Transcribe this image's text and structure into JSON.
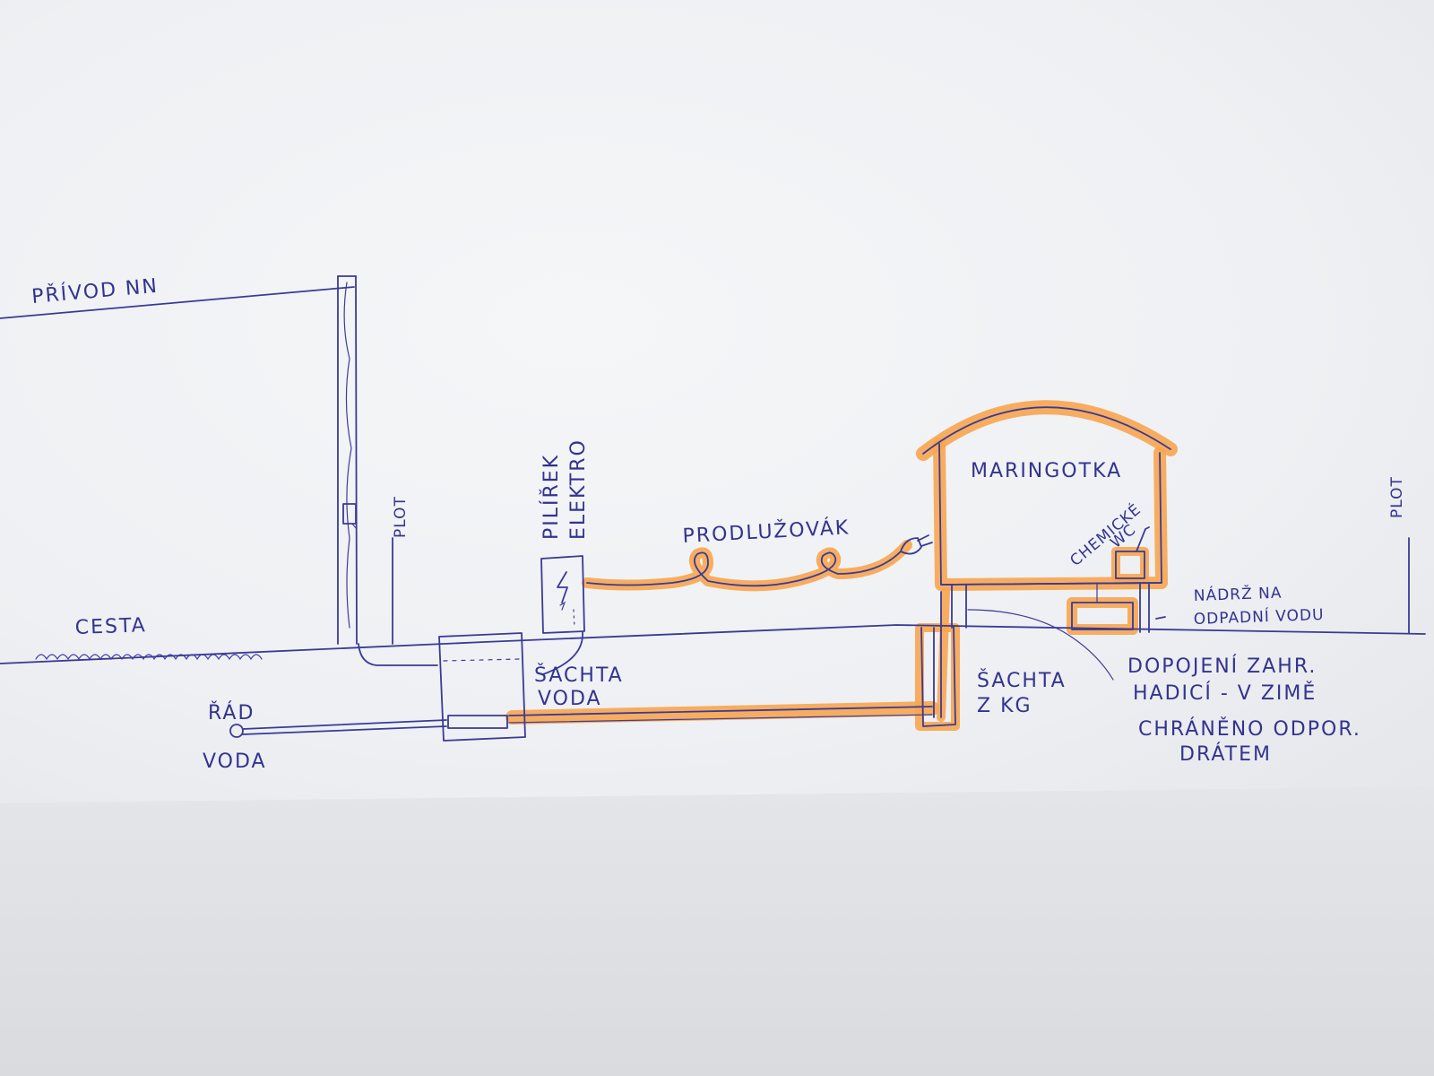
{
  "labels": {
    "privod": "PŘÍVOD NN",
    "cesta": "CESTA",
    "plot_left": "PLOT",
    "plot_right": "PLOT",
    "pilirek_line1": "PILÍŘEK",
    "pilirek_line2": "ELEKTRO",
    "prodluzovak": "PRODLUŽOVÁK",
    "maringotka": "MARINGOTKA",
    "wc_line1": "CHEMICKÉ",
    "wc_line2": "WC",
    "nadrz_line1": "NÁDRŽ NA",
    "nadrz_line2": "ODPADNÍ VODU",
    "sachta_voda_line1": "ŠACHTA",
    "sachta_voda_line2": "VODA",
    "rad_line1": "ŘÁD",
    "rad_line2": "VODA",
    "sachta_kg_line1": "ŠACHTA",
    "sachta_kg_line2": "Z KG",
    "dopojeni_line1": "DOPOJENÍ ZAHR.",
    "dopojeni_line2": "HADICÍ - V ZIMĚ",
    "dopojeni_line3": "CHRÁNĚNO ODPOR.",
    "dopojeni_line4": "DRÁTEM"
  },
  "colors": {
    "ink": "#3a3a96",
    "highlighter": "#f7a550",
    "paper": "#eef0f3"
  },
  "icons": {
    "power_symbol": "lightning-bolt",
    "plug": "plug-icon"
  }
}
